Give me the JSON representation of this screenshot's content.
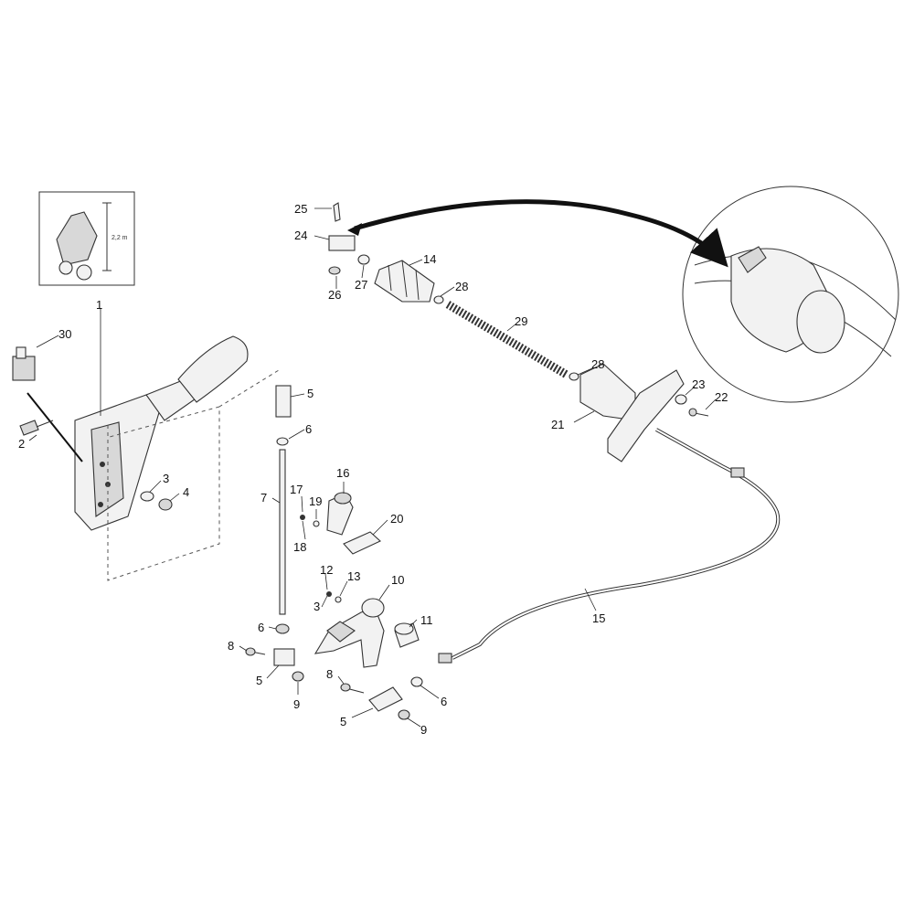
{
  "inset": {
    "height_label": "2,2 m"
  },
  "callouts": [
    "25",
    "24",
    "26",
    "27",
    "14",
    "28",
    "29",
    "28",
    "23",
    "22",
    "21",
    "1",
    "30",
    "2",
    "3",
    "4",
    "5",
    "6",
    "7",
    "16",
    "17",
    "19",
    "18",
    "20",
    "12",
    "13",
    "3",
    "10",
    "11",
    "15",
    "6",
    "8",
    "5",
    "9",
    "8",
    "6",
    "5",
    "9"
  ],
  "colors": {
    "line": "#333333",
    "fill": "#f2f2f2",
    "arrow": "#111111"
  }
}
